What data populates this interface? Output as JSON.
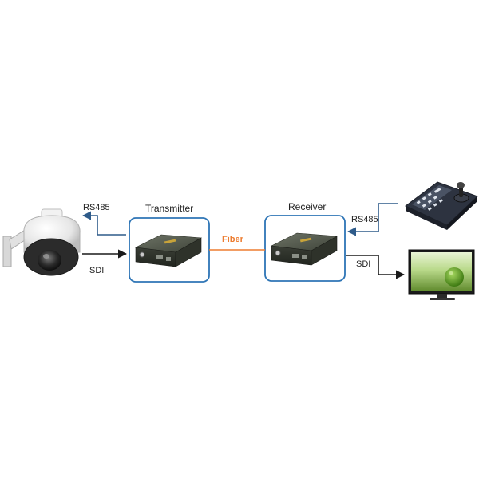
{
  "labels": {
    "transmitter": "Transmitter",
    "receiver": "Receiver",
    "fiber": "Fiber",
    "rs485_left": "RS485",
    "sdi_left": "SDI",
    "rs485_right": "RS485",
    "sdi_right": "SDI"
  },
  "colors": {
    "frame": "#2e75b6",
    "fiber": "#ed7d31",
    "arrow_control": "#2e5b8a",
    "arrow_video": "#1a1a1a"
  },
  "icons": {
    "camera": "speed-dome-camera-icon",
    "device": "fiber-converter-device-icon",
    "keyboard": "ptz-control-keyboard-icon",
    "monitor": "monitor-icon"
  }
}
